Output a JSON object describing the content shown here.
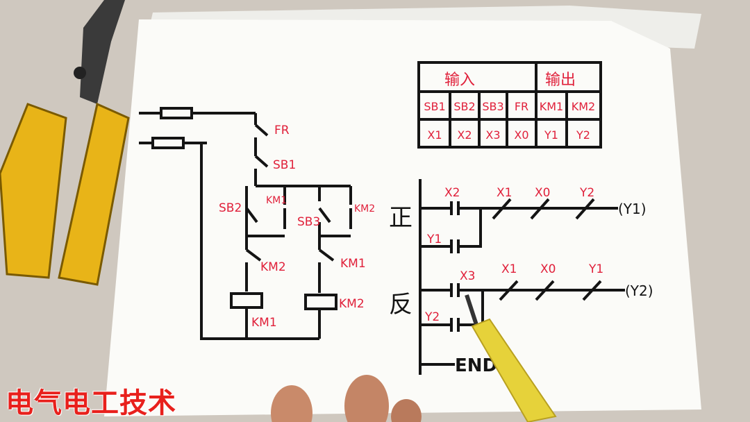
{
  "table": {
    "input_header": "输入",
    "output_header": "输出",
    "devices": [
      "SB1",
      "SB2",
      "SB3",
      "FR",
      "KM1",
      "KM2"
    ],
    "addresses": [
      "X1",
      "X2",
      "X3",
      "X0",
      "Y1",
      "Y2"
    ]
  },
  "relay_circuit": {
    "labels": {
      "fr": "FR",
      "sb1": "SB1",
      "sb2": "SB2",
      "sb3": "SB3",
      "km1_aux": "KM1",
      "km2_aux": "KM2",
      "km2_interlock": "KM2",
      "km1_interlock": "KM1",
      "km1_coil": "KM1",
      "km2_coil": "KM2"
    }
  },
  "ladder": {
    "forward_label": "正",
    "reverse_label": "反",
    "rung1": {
      "contacts": [
        "X2",
        "X1",
        "X0",
        "Y2"
      ],
      "parallel": "Y1",
      "output": "(Y1)"
    },
    "rung2": {
      "contacts": [
        "X3",
        "X1",
        "X0",
        "Y1"
      ],
      "parallel": "Y2",
      "output": "(Y2)"
    },
    "end_label": "END"
  },
  "caption": "电气电工技术",
  "colors": {
    "ink": "#141414",
    "red_ink": "#e0203a",
    "paper": "#fbfbf8",
    "caption": "#e8201c",
    "pliers_yellow": "#e8b418"
  },
  "objects": [
    "wire-stripper-pliers",
    "screwdriver",
    "fingers"
  ]
}
